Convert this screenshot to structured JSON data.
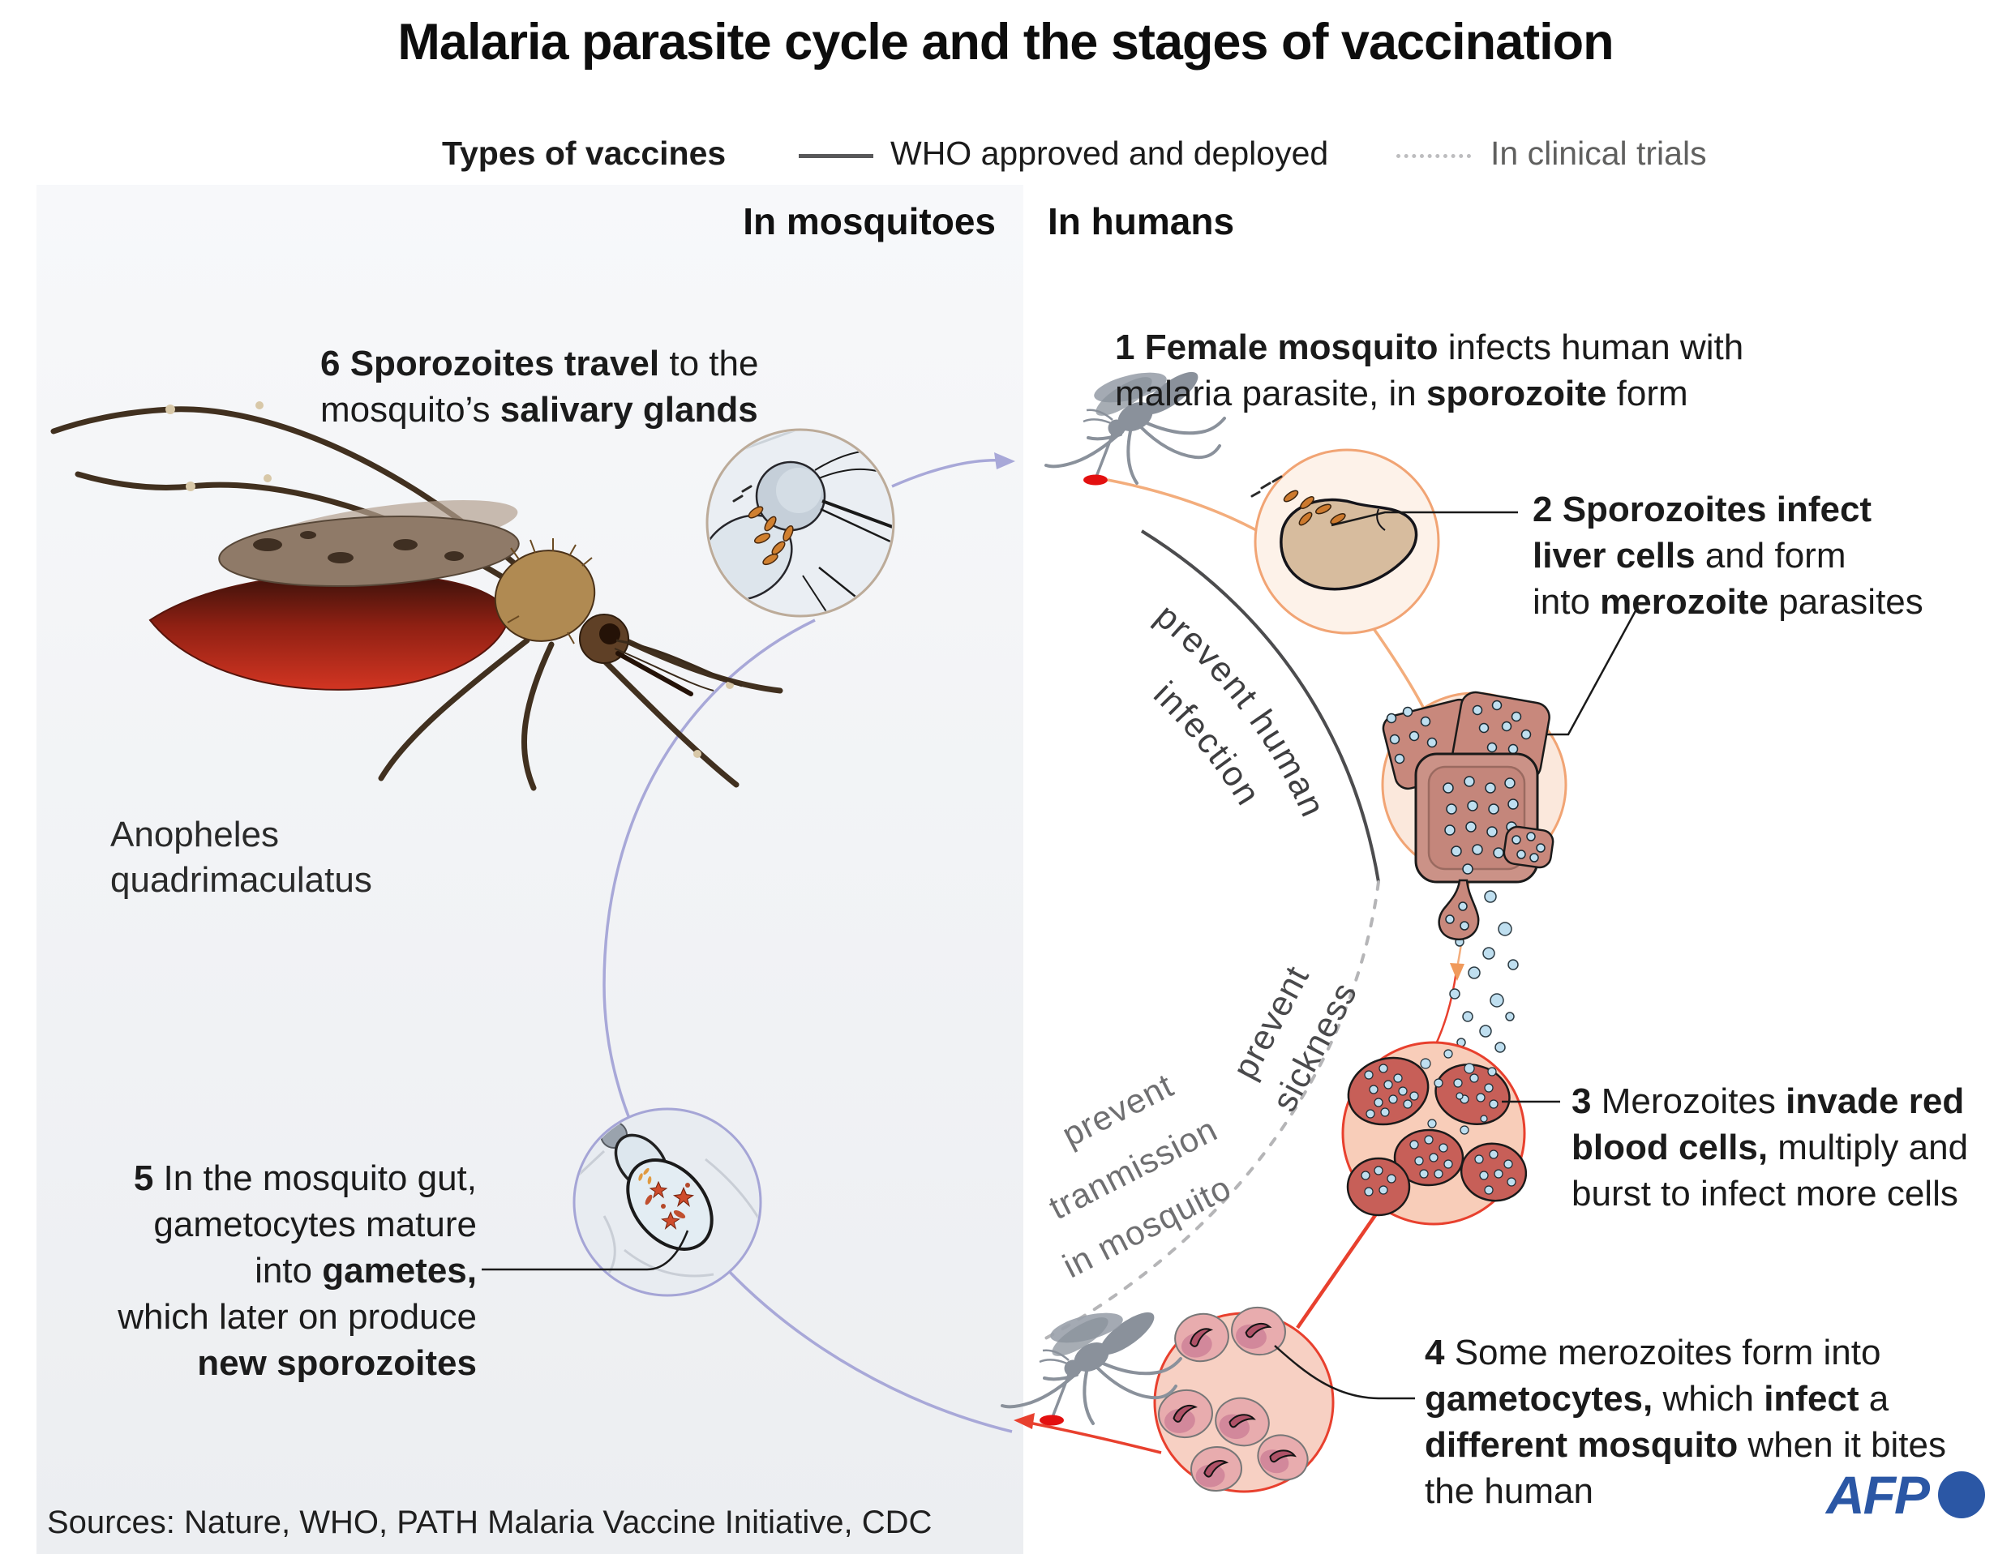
{
  "title": "Malaria parasite cycle and the stages of vaccination",
  "legend": {
    "types_label": "Types of vaccines",
    "approved_label": "WHO approved and deployed",
    "trials_label": "In clinical trials"
  },
  "columns": {
    "left": "In mosquitoes",
    "right": "In humans"
  },
  "species": {
    "line1": "Anopheles",
    "line2": "quadrimaculatus"
  },
  "steps": {
    "s1": [
      [
        "1 Female mosquito",
        " infects human with"
      ],
      [
        "malaria parasite, in ",
        "sporozoite",
        " form"
      ]
    ],
    "s2": [
      [
        "2 Sporozoites infect"
      ],
      [
        "liver cells",
        " and form"
      ],
      [
        "into ",
        "merozoite",
        " parasites"
      ]
    ],
    "s3": [
      [
        "3",
        " Merozoites ",
        "invade red"
      ],
      [
        "blood cells,",
        " multiply and"
      ],
      [
        "burst to infect more cells"
      ]
    ],
    "s4": [
      [
        "4",
        " Some merozoites form into"
      ],
      [
        "gametocytes,",
        " which ",
        "infect",
        " a"
      ],
      [
        "different mosquito",
        " when it bites"
      ],
      [
        "the human"
      ]
    ],
    "s5": [
      [
        "5",
        "  In the mosquito gut,"
      ],
      [
        "gametocytes mature"
      ],
      [
        "into ",
        "gametes,"
      ],
      [
        "which later on produce"
      ],
      [
        "new sporozoites"
      ]
    ],
    "s6": [
      [
        "6 Sporozoites travel",
        " to the"
      ],
      [
        "mosquito’s ",
        "salivary glands"
      ]
    ]
  },
  "arc_labels": {
    "human_infection_line1": "prevent human",
    "human_infection_line2": "infection",
    "sickness_line1": "prevent",
    "sickness_line2": "sickness",
    "transmission_line1": "prevent",
    "transmission_line2": "tranmission",
    "transmission_line3": "in mosquito"
  },
  "footer": {
    "sources": "Sources: Nature, WHO, PATH Malaria Vaccine Initiative, CDC",
    "afp": "AFP"
  },
  "colors": {
    "panel_gray": "#f1f3f5",
    "cycle_lavender": "#a8a8d8",
    "cycle_orange": "#f3ad7c",
    "cycle_red": "#e8402e",
    "arc_solid": "#4c4c4e",
    "arc_dashed": "#b5b5b7",
    "liver_tan": "#d7bc9e",
    "cell_rose": "#c8887c",
    "rbc_red": "#c75f58",
    "merozoite_dot_blue": "#bfdff0",
    "sporozoite_orange": "#cd7a2e",
    "blood_red": "#e31010",
    "afp_blue": "#2b57a5"
  }
}
